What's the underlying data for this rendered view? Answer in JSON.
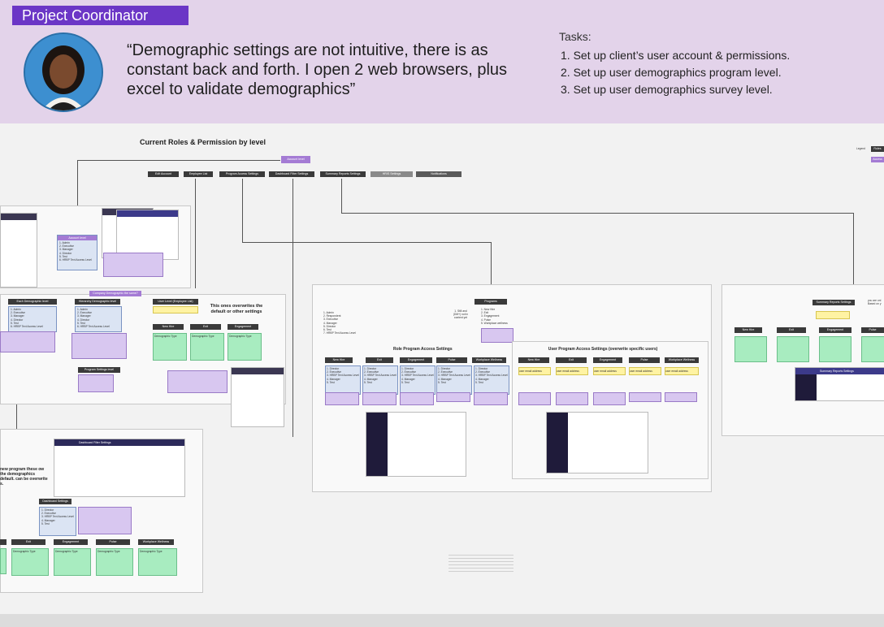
{
  "persona": {
    "role": "Project Coordinator",
    "quote": "“Demographic settings are not intuitive, there is as constant back and forth. I open 2 web browsers, plus excel to validate demographics”",
    "tasks_title": "Tasks:",
    "tasks": [
      "1. Set up client’s user account & permissions.",
      "2. Set up user demographics program level.",
      "3. Set up user demographics survey level."
    ]
  },
  "diagram": {
    "title": "Current Roles & Permission by level",
    "account_level": "Account level",
    "top_nav": [
      "Edit Account",
      "Employee List",
      "Program Access Settings",
      "Dashboard Filter Settings",
      "Summary Reports Settings",
      "HRIS Settings",
      "Notifications"
    ],
    "legend_label": "Legend",
    "legend_items": [
      "Roles",
      "Access"
    ],
    "account_box": {
      "title": "Account level",
      "items": [
        "1. Admin",
        "2. Executive",
        "3. Manager",
        "4. Director",
        "5. Test",
        "6. HRBP Text Access Level"
      ]
    },
    "each_demo": {
      "title": "Each Demographic level",
      "items": [
        "1. Admin",
        "2. Executive",
        "3. Manager",
        "4. Director",
        "5. Test",
        "6. HRBP Text Access Level"
      ]
    },
    "company_demo_q": "Company Demographic the same?",
    "hierarchy_demo": {
      "title": "Hierarchy Demographic level",
      "items": [
        "1. Admin",
        "2. Executive",
        "3. Manager",
        "4. Director",
        "5. Test",
        "6. HRBP Text Access Level"
      ]
    },
    "program_settings": "Program Settings level",
    "user_level": {
      "title": "User Level (Employee List)",
      "note": "This ones overwrites the default or other settings",
      "tabs": [
        "New Hire",
        "Exit",
        "Engagement"
      ],
      "field": "Demographic Type"
    },
    "dash_filter": {
      "title": "Dashboard Filter Settings",
      "note": "new program these ow the demographics default. can be overwrite s.",
      "box_title": "Dashboard Settings",
      "items": [
        "1. Director",
        "2. Executive",
        "3. HRBP Text Access Level",
        "4. Manager",
        "5. Test"
      ],
      "tabs": [
        "Exit",
        "Engagement",
        "Pulse",
        "Workplace Wellness"
      ],
      "field": "Demographic Type"
    },
    "programs": {
      "title": "Programs",
      "left_items": [
        "1. Admin",
        "2. Respondent",
        "3. Executive",
        "4. Manager",
        "5. Director",
        "6. Test",
        "7. HRBP Text Access Level"
      ],
      "mid_note": "1. Still and (DM+) not in content yet",
      "right_items": [
        "1. New Hire",
        "2. Exit",
        "3. Engagement",
        "4. Pulse",
        "5. Workplace wellness"
      ]
    },
    "role_access": {
      "title": "Role Program Access Settings",
      "tabs": [
        "New Hire",
        "Exit",
        "Engagement",
        "Pulse",
        "Workplace Wellness"
      ],
      "items": [
        "1. Director",
        "2. Executive",
        "3. HRBP Text Access Level",
        "4. Manager",
        "5. Test"
      ]
    },
    "user_access": {
      "title": "User Program Access Settings (overwrite specific users)",
      "tabs": [
        "New Hire",
        "Exit",
        "Engagement",
        "Pulse",
        "Workplace Wellness"
      ],
      "field": "user email address"
    },
    "summary": {
      "title": "Summary Reports Settings",
      "tabs": [
        "New Hire",
        "Exit",
        "Engagement",
        "Pulse"
      ],
      "side_note": "you are onl Based on y",
      "shot_title": "Summary Reports Settings"
    },
    "shot_titles": [
      "Dashboard Filter Settings",
      "Summary Reports Settings"
    ]
  },
  "colors": {
    "accent": "#6b36c6",
    "banner": "#e3d3ea",
    "sticky_lavender": "#d8c7f0",
    "sticky_green": "#a8ecc0",
    "sticky_yellow": "#fff3a3",
    "nav_dark": "#3a3a3a"
  }
}
